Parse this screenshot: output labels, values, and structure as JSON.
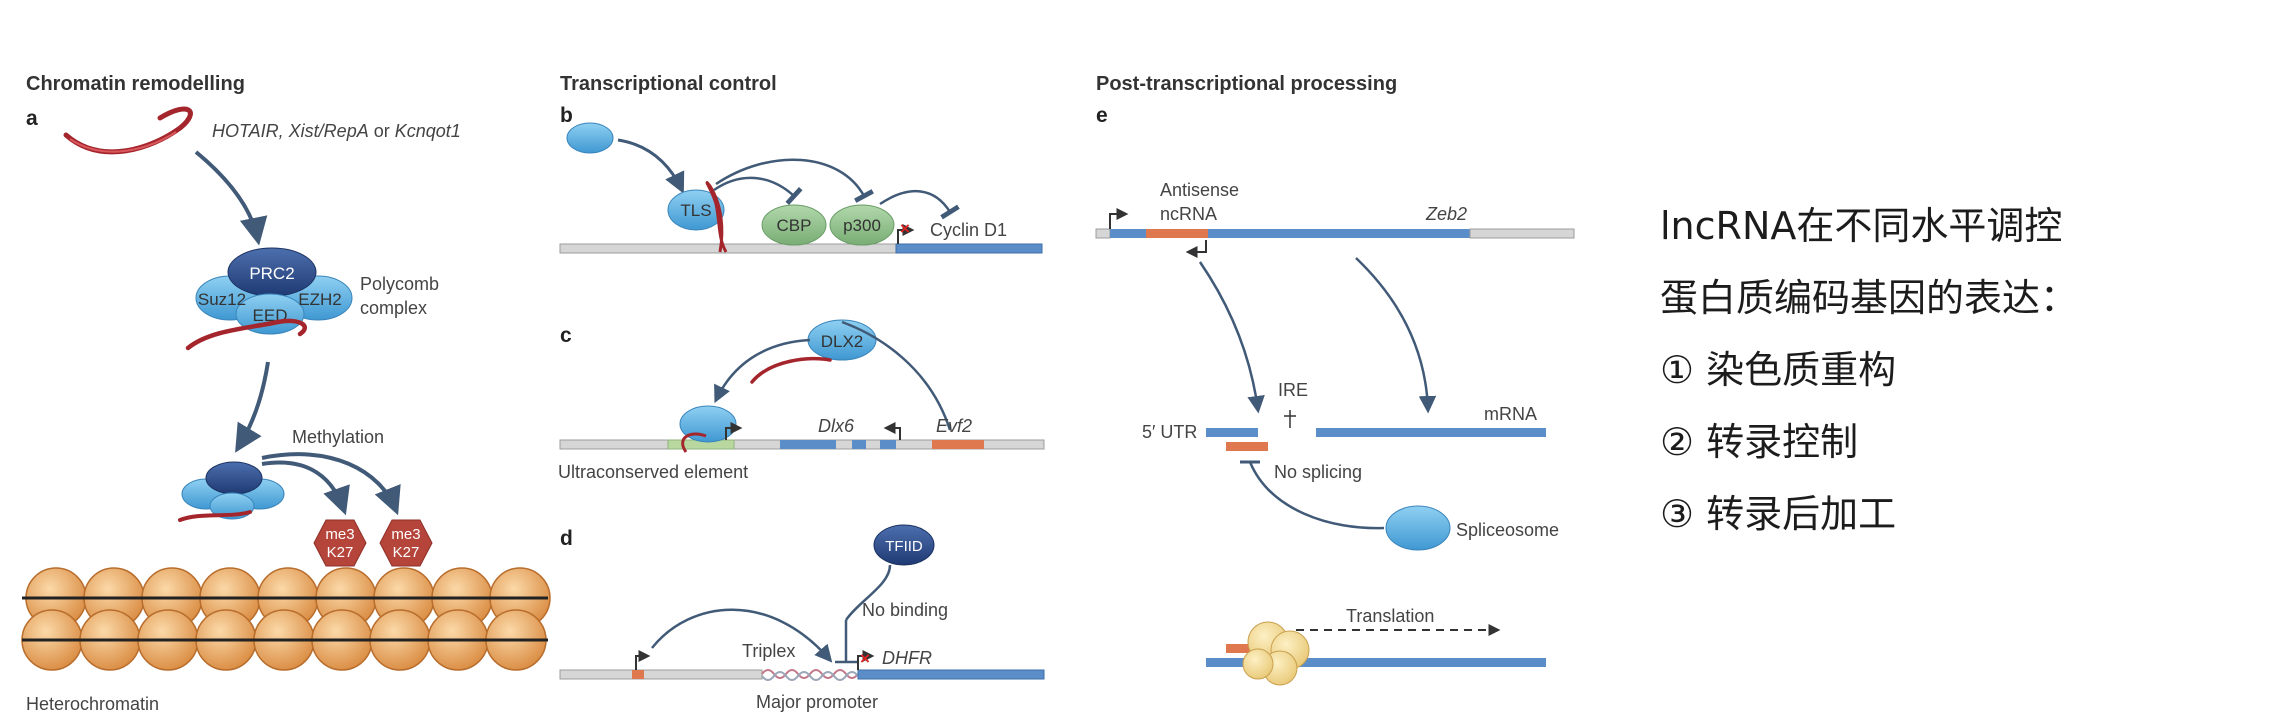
{
  "panels": {
    "chromatin": {
      "title": "Chromatin remodelling",
      "letter": "a",
      "rna_prefix": "HOTAIR, ",
      "rna_xist": "Xist/RepA",
      "rna_or": " or ",
      "rna_kcn": "Kcnqot1",
      "prc2": "PRC2",
      "suz12": "Suz12",
      "eed": "EED",
      "ezh2": "EZH2",
      "polycomb_1": "Polycomb",
      "polycomb_2": "complex",
      "methylation": "Methylation",
      "mark_top": "me3",
      "mark_bottom": "K27",
      "heterochromatin": "Heterochromatin"
    },
    "transcriptional": {
      "title": "Transcriptional control",
      "b": {
        "letter": "b",
        "tls": "TLS",
        "cbp": "CBP",
        "p300": "p300",
        "gene": "Cyclin D1"
      },
      "c": {
        "letter": "c",
        "dlx2": "DLX2",
        "dlx6": "Dlx6",
        "evf2": "Evf2",
        "element": "Ultraconserved element"
      },
      "d": {
        "letter": "d",
        "tfiid": "TFIID",
        "no_binding": "No binding",
        "triplex": "Triplex",
        "dhfr": "DHFR",
        "promoter": "Major promoter"
      }
    },
    "post": {
      "title": "Post-transcriptional processing",
      "letter": "e",
      "antisense_1": "Antisense",
      "antisense_2": "ncRNA",
      "zeb2": "Zeb2",
      "ire": "IRE",
      "utr": "5′ UTR",
      "mrna": "mRNA",
      "no_splicing": "No splicing",
      "spliceosome": "Spliceosome",
      "translation": "Translation"
    }
  },
  "summary": {
    "line1": "lncRNA在不同水平调控",
    "line2": "蛋白质编码基因的表达：",
    "line3": "① 染色质重构",
    "line4": "② 转录控制",
    "line5": "③ 转录后加工"
  },
  "colors": {
    "blue_protein": "#5aaee0",
    "dark_protein": "#2d4f8f",
    "green_protein": "#8dbf8a",
    "gene_blue": "#5b8ec8",
    "orange": "#e0784f",
    "red_rna": "#a4262c",
    "histone_red": "#b5443b",
    "nucleosome": "#e8a15c"
  }
}
